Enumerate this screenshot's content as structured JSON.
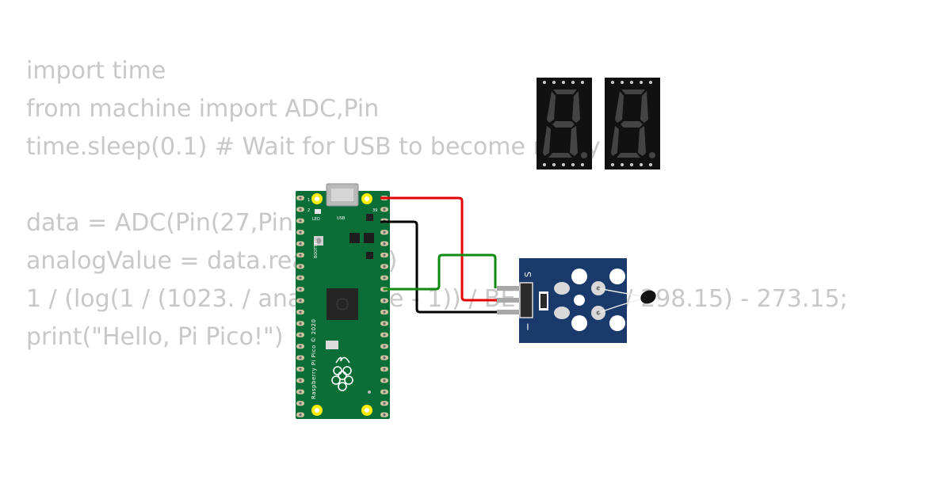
{
  "code": {
    "lines": [
      "import time",
      "from machine import ADC,Pin",
      "time.sleep(0.1) # Wait for USB to become ready",
      "",
      "data = ADC(Pin(27,Pin.IN))",
      "analogValue = data.read_u16()",
      "1 / (log(1 / (1023. / analogValue - 1)) / BETA + 1.0 / 298.15) - 273.15;",
      "print(\"Hello, Pi Pico!\")"
    ]
  },
  "pico": {
    "usb_label": "USB",
    "led_label": "LED",
    "bootsel_label": "BOOTSEL",
    "pin1_label": "1",
    "pin2_label": "2",
    "pin39_label": "39",
    "board_name": "Raspberry Pi Pico © 2020"
  },
  "sensor": {
    "label_s": "S",
    "label_minus": "−"
  },
  "colors": {
    "wire_red": "#e30000",
    "wire_black": "#000000",
    "wire_green": "#108a10",
    "pcb_green": "#0a6e36",
    "sensor_blue": "#1a3a6b"
  },
  "icons": [
    "raspberry-logo-icon",
    "thermistor-icon"
  ]
}
